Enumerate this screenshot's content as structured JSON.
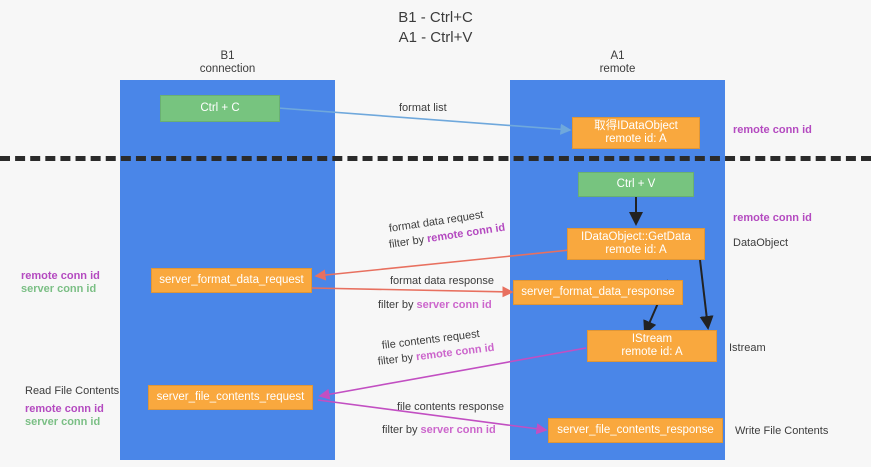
{
  "title": {
    "line1": "B1 - Ctrl+C",
    "line2": "A1 - Ctrl+V"
  },
  "columns": [
    {
      "id": "b1",
      "head_line1": "B1",
      "head_line2": "connection",
      "color": "#4a86e8"
    },
    {
      "id": "a1",
      "head_line1": "A1",
      "head_line2": "remote",
      "color": "#4a86e8"
    }
  ],
  "nodes": {
    "ctrl_c": {
      "line1": "Ctrl + C",
      "line2": "",
      "color": "#77c47f"
    },
    "get_idataobject": {
      "line1": "取得IDataObject",
      "line2": "remote id: A",
      "color": "#f9a83e"
    },
    "ctrl_v": {
      "line1": "Ctrl + V",
      "line2": "",
      "color": "#77c47f"
    },
    "idataobject_getdata": {
      "line1": "IDataObject::GetData",
      "line2": "remote id: A",
      "color": "#f9a83e"
    },
    "fmt_req": {
      "line1": "server_format_data_request",
      "line2": "",
      "color": "#f9a83e"
    },
    "fmt_res": {
      "line1": "server_format_data_response",
      "line2": "",
      "color": "#f9a83e"
    },
    "istream": {
      "line1": "IStream",
      "line2": "remote id: A",
      "color": "#f9a83e"
    },
    "file_req": {
      "line1": "server_file_contents_request",
      "line2": "",
      "color": "#f9a83e"
    },
    "file_res": {
      "line1": "server_file_contents_response",
      "line2": "",
      "color": "#f9a83e"
    }
  },
  "edge_labels": {
    "format_list": "format list",
    "format_data_request": "format data request",
    "format_data_req_filter_prefix": "filter by ",
    "format_data_req_filter_key": "remote conn id",
    "format_data_response": "format data response",
    "format_data_res_filter_prefix": "filter by ",
    "format_data_res_filter_key": "server conn id",
    "file_contents_request": "file contents request",
    "file_req_filter_prefix": "filter by ",
    "file_req_filter_key": "remote conn id",
    "file_contents_response": "file contents response",
    "file_res_filter_prefix": "filter by ",
    "file_res_filter_key": "server conn id"
  },
  "side_labels": {
    "right_remote_conn_id_top": "remote conn id",
    "right_remote_conn_id_mid": "remote conn id",
    "right_dataobject": "DataObject",
    "right_istream": "Istream",
    "right_write_file_contents": "Write File Contents",
    "left_remote_conn_id_1": "remote conn id",
    "left_server_conn_id_1": "server conn id",
    "left_read_file_contents": "Read File Contents",
    "left_remote_conn_id_2": "remote conn id",
    "left_server_conn_id_2": "server conn id"
  },
  "colors": {
    "column_blue": "#4a86e8",
    "node_orange": "#f9a83e",
    "node_green": "#77c47f",
    "arrow_lightblue": "#6fa8dc",
    "arrow_red": "#e8705f",
    "arrow_magenta": "#c24fc2",
    "arrow_black": "#222222",
    "key_purple": "#b44ac0",
    "key_green": "#7bbf85",
    "divider": "#2b2b2b",
    "background": "#f7f7f7"
  }
}
